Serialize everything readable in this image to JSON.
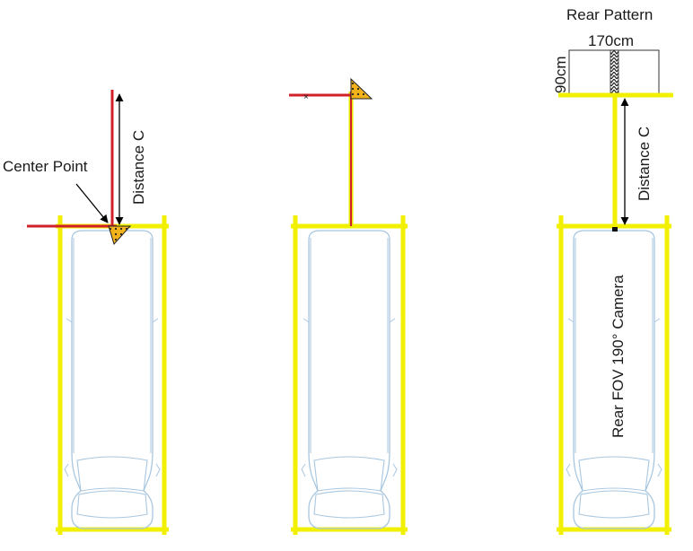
{
  "labels": {
    "center_point": "Center Point",
    "distance_c_left": "Distance C",
    "distance_c_right": "Distance C",
    "rear_pattern": "Rear Pattern",
    "width_170": "170cm",
    "height_90": "90cm",
    "camera": "Rear FOV 190° Camera"
  },
  "colors": {
    "frame": "#f0f000",
    "frame_dark": "#d6d600",
    "red_line": "#d0202a",
    "vehicle_outline": "#a9c7e0",
    "target_fill": "#f2b21a",
    "arrow": "#000000"
  },
  "panels": [
    {
      "name": "panel-left",
      "description_shown": false
    },
    {
      "name": "panel-middle",
      "description_shown": false
    },
    {
      "name": "panel-right",
      "description_shown": false
    }
  ]
}
